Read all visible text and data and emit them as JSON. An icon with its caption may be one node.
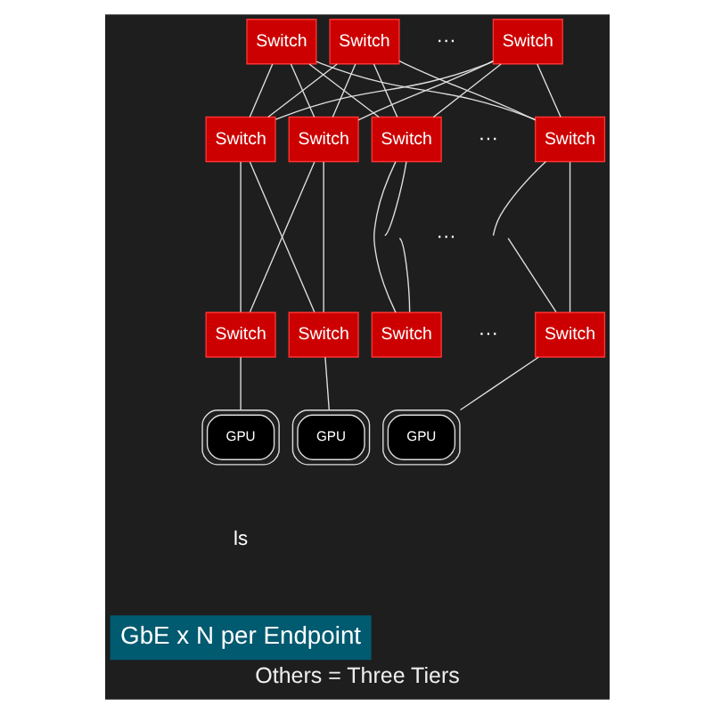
{
  "diagram": {
    "caption": "Others = Three Tiers",
    "nodes": [
      {
        "text": [
          "Switch"
        ]
      },
      {
        "text": [
          "Switch"
        ]
      },
      {
        "text": [
          "Switch"
        ]
      },
      {
        "text": [
          "Switch"
        ]
      },
      {
        "text": [
          "Switch"
        ]
      },
      {
        "text": [
          "Switch"
        ]
      },
      {
        "text": [
          "Switch"
        ]
      },
      {
        "text": [
          "Switch"
        ]
      },
      {
        "text": [
          "Switch"
        ]
      },
      {
        "text": [
          "Switch"
        ]
      },
      {
        "text": [
          "Switch"
        ]
      },
      {
        "text": [
          "GPU"
        ]
      },
      {
        "text": [
          "GPU"
        ]
      },
      {
        "text": [
          "GPU"
        ]
      }
    ],
    "edges": [
      {
        "from": 0,
        "to": 3,
        "arrow": "none"
      },
      {
        "from": 0,
        "to": 4,
        "arrow": "none"
      },
      {
        "from": 0,
        "to": 5,
        "arrow": "none"
      },
      {
        "from": 0,
        "to": 6,
        "arrow": "none"
      },
      {
        "from": 1,
        "to": 3,
        "arrow": "none"
      },
      {
        "from": 1,
        "to": 4,
        "arrow": "none"
      },
      {
        "from": 1,
        "to": 5,
        "arrow": "none"
      },
      {
        "from": 1,
        "to": 6,
        "arrow": "none"
      },
      {
        "from": 2,
        "to": 3,
        "arrow": "none"
      },
      {
        "from": 2,
        "to": 4,
        "arrow": "none"
      },
      {
        "from": 2,
        "to": 5,
        "arrow": "none"
      },
      {
        "from": 2,
        "to": 6,
        "arrow": "none"
      },
      {
        "from": 3,
        "to": 7,
        "arrow": "none"
      },
      {
        "from": 3,
        "to": 8,
        "arrow": "none"
      },
      {
        "from": 4,
        "to": 7,
        "arrow": "none"
      },
      {
        "from": 4,
        "to": 8,
        "arrow": "none"
      },
      {
        "from": 5,
        "to": 9,
        "arrow": "none"
      },
      {
        "from": 5,
        "to": null,
        "arrow": "none"
      },
      {
        "from": null,
        "to": 9,
        "arrow": "none"
      },
      {
        "from": 6,
        "to": 10,
        "arrow": "none"
      },
      {
        "from": 6,
        "to": null,
        "arrow": "none"
      },
      {
        "from": null,
        "to": 10,
        "arrow": "none"
      },
      {
        "from": 7,
        "to": 11,
        "arrow": "none"
      },
      {
        "from": 8,
        "to": 12,
        "arrow": "none"
      },
      {
        "from": 10,
        "to": 13,
        "arrow": "none"
      }
    ],
    "labels": [
      "···",
      "···",
      "···",
      "···",
      "ls",
      "GbE x N per Endpoint"
    ]
  }
}
